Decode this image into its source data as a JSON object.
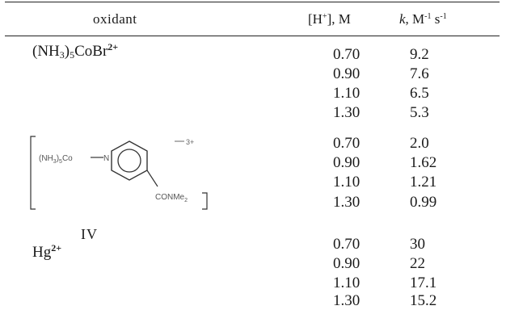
{
  "header": {
    "oxidant": "oxidant",
    "h_label": "[H",
    "h_sup": "+",
    "h_tail": "], M",
    "k_label": "k",
    "k_units": ", M",
    "k_sup1": "-1",
    "k_mid": " s",
    "k_sup2": "-1"
  },
  "groups": [
    {
      "oxidant": {
        "prefix": "(NH",
        "sub": "3",
        "mid": ")",
        "sub2": "5",
        "rest": "CoBr",
        "sup": "2+"
      },
      "rows": [
        {
          "h": "0.70",
          "k": "9.2"
        },
        {
          "h": "0.90",
          "k": "7.6"
        },
        {
          "h": "1.10",
          "k": "6.5"
        },
        {
          "h": "1.30",
          "k": "5.3"
        }
      ]
    },
    {
      "oxidant": {
        "ligand": "(NH",
        "ligand_sub": "3",
        "ligand_tail": ")",
        "ligand_sub2": "5",
        "metal": "Co",
        "substituent": "CONMe",
        "substituent_sub": "2",
        "charge": "3+",
        "compound_label": "IV"
      },
      "rows": [
        {
          "h": "0.70",
          "k": "2.0"
        },
        {
          "h": "0.90",
          "k": "1.62"
        },
        {
          "h": "1.10",
          "k": "1.21"
        },
        {
          "h": "1.30",
          "k": "0.99"
        }
      ]
    },
    {
      "oxidant": {
        "prefix": "Hg",
        "sup": "2+"
      },
      "rows": [
        {
          "h": "0.70",
          "k": "30"
        },
        {
          "h": "0.90",
          "k": "22"
        },
        {
          "h": "1.10",
          "k": "17.1"
        },
        {
          "h": "1.30",
          "k": "15.2"
        }
      ]
    }
  ]
}
